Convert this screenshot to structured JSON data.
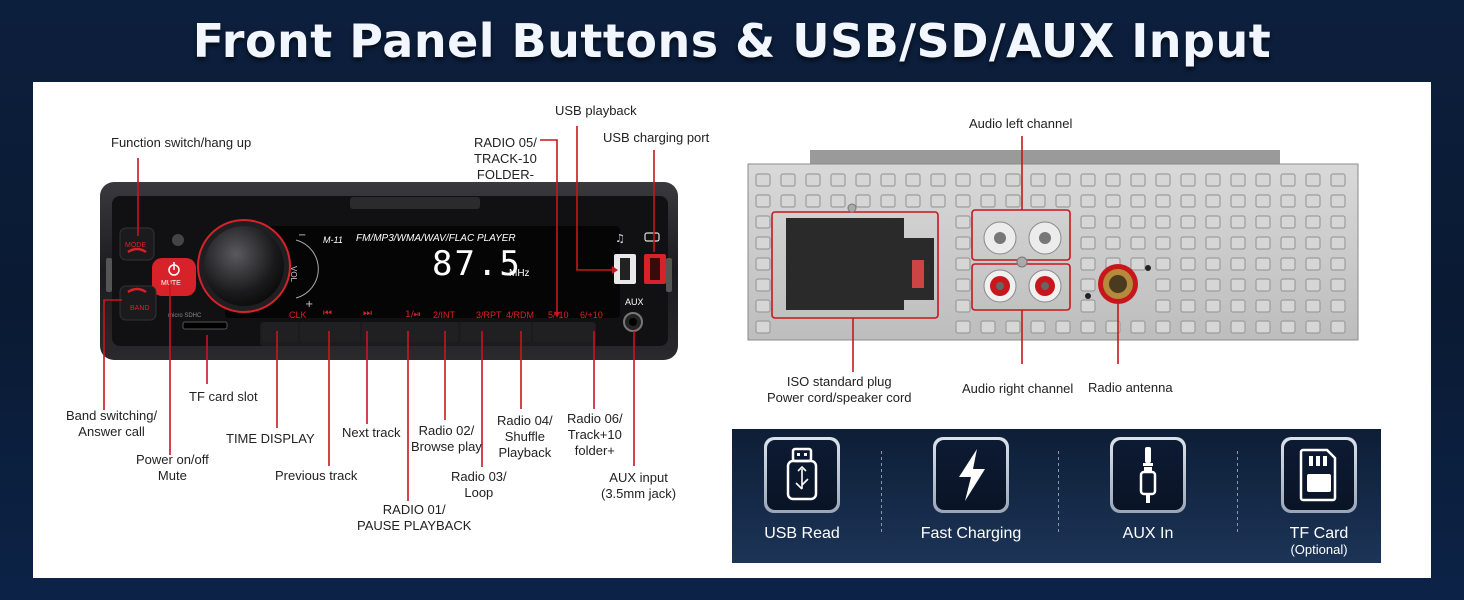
{
  "title": "Front Panel Buttons & USB/SD/AUX Input",
  "radio_face": {
    "model": "M-11",
    "player_text": "FM/MP3/WMA/WAV/FLAC  PLAYER",
    "frequency": "87.5",
    "unit": "MHz",
    "mode_btn": "MODE",
    "mute_btn": "MUTE",
    "band_btn": "BAND",
    "vol_label": "VOL",
    "aux_label": "AUX",
    "clk_btn": "CLK",
    "prev_btn": "⏮",
    "next_btn": "⏭",
    "b1": "1/⏯",
    "b2": "2/INT",
    "b3": "3/RPT",
    "b4": "4/RDM",
    "b5": "5/-10",
    "b6": "6/+10",
    "micro_sd": "micro SDHC"
  },
  "labels": {
    "function_switch": "Function switch/hang up",
    "radio05": "RADIO 05/\nTRACK-10\nFOLDER-",
    "usb_playback": "USB playback",
    "usb_charging": "USB charging port",
    "band_switching": "Band switching/\nAnswer call",
    "tf_card_slot": "TF card slot",
    "power_mute": "Power on/off\nMute",
    "time_display": "TIME DISPLAY",
    "previous_track": "Previous track",
    "next_track": "Next track",
    "radio01": "RADIO 01/\nPAUSE PLAYBACK",
    "radio02": "Radio 02/\nBrowse play",
    "radio03": "Radio 03/\nLoop",
    "radio04": "Radio 04/\nShuffle\nPlayback",
    "radio06": "Radio 06/\nTrack+10\nfolder+",
    "aux_input": "AUX input\n(3.5mm jack)",
    "audio_left": "Audio left channel",
    "iso_plug": "ISO standard plug\nPower cord/speaker cord",
    "audio_right": "Audio right channel",
    "radio_antenna": "Radio antenna"
  },
  "features": [
    {
      "label": "USB Read",
      "sub": "",
      "icon": "usb-drive-icon"
    },
    {
      "label": "Fast Charging",
      "sub": "",
      "icon": "lightning-icon"
    },
    {
      "label": "AUX In",
      "sub": "",
      "icon": "aux-jack-icon"
    },
    {
      "label": "TF Card",
      "sub": "(Optional)",
      "icon": "sd-card-icon"
    }
  ],
  "colors": {
    "accent_red": "#d8222a",
    "background": "#0c1f3d",
    "leader_line": "#c8161d"
  }
}
